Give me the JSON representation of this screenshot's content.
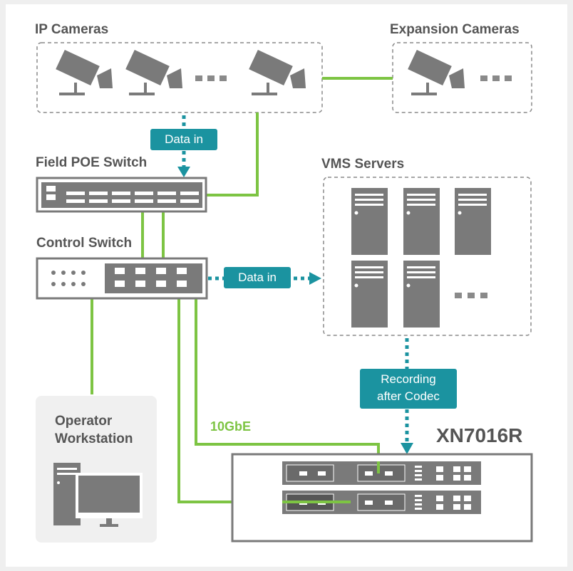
{
  "labels": {
    "ip_cameras": "IP Cameras",
    "expansion_cameras": "Expansion Cameras",
    "field_poe_switch": "Field POE Switch",
    "vms_servers": "VMS Servers",
    "control_switch": "Control Switch",
    "operator_line1": "Operator",
    "operator_line2": "Workstation",
    "speed": "10GbE",
    "device": "XN7016R"
  },
  "badges": {
    "data_in_camera": "Data in",
    "data_in_vms": "Data in",
    "recording_line1": "Recording",
    "recording_line2": "after Codec"
  },
  "colors": {
    "link": "#7dc443",
    "data_flow": "#1b93a0",
    "device": "#7a7a7a",
    "label": "#555555"
  }
}
